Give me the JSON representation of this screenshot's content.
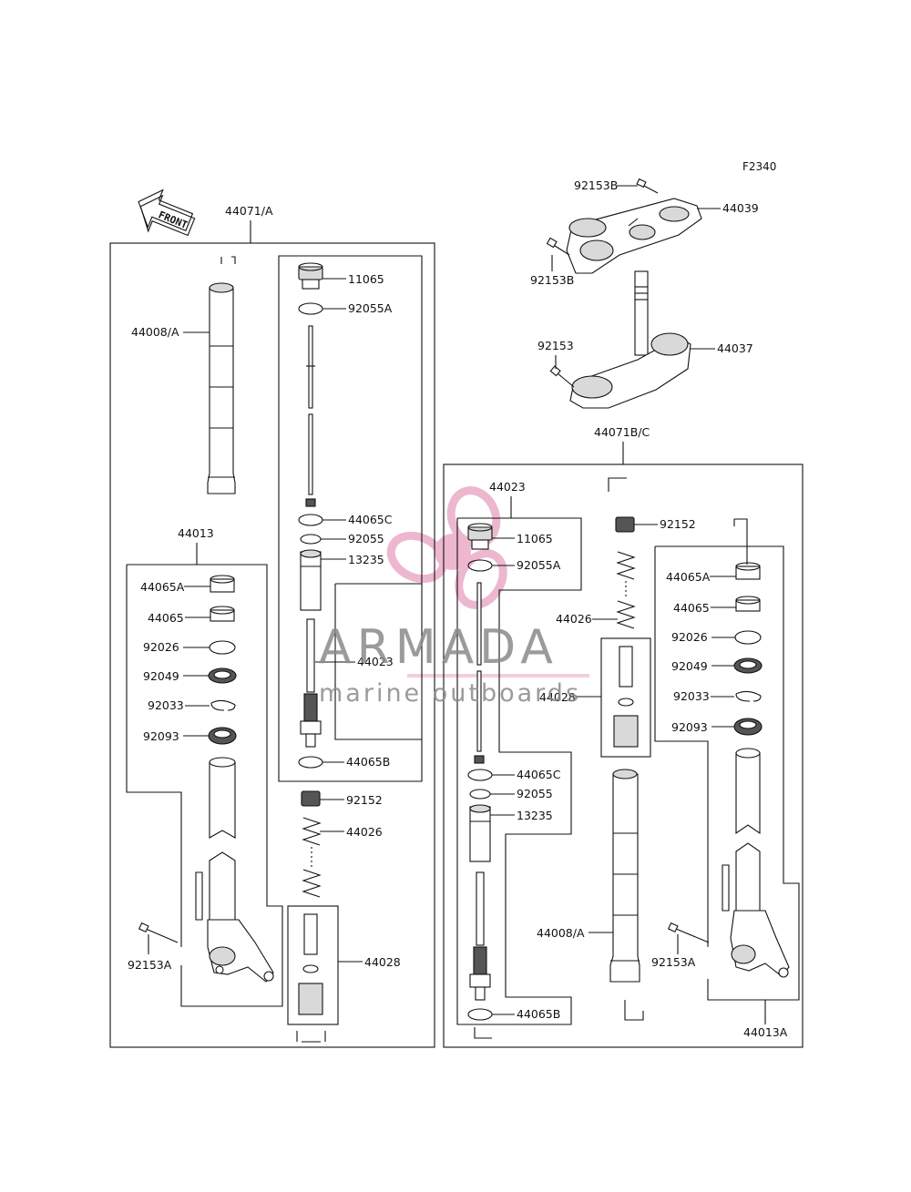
{
  "figure_code": "F2340",
  "front_label": "FRONT",
  "watermark": {
    "brand": "ARMADA",
    "tagline": "marine outboards",
    "color": "#e8a0bf"
  },
  "parts": {
    "left_assembly": "44071/A",
    "right_assembly": "44071B/C",
    "upper_bracket": "44039",
    "upper_bolt_top": "92153B",
    "upper_bolt_left": "92153B",
    "stem_bolt": "92153",
    "stem_bracket": "44037",
    "l_outer_tube": "44008/A",
    "l_cylinder_box": "44023",
    "l_cap": "11065",
    "l_cap_oring": "92055A",
    "l_ring_c": "44065C",
    "l_oring": "92055",
    "l_sleeve": "13235",
    "l_cylinder": "44023",
    "l_ring_b": "44065B",
    "l_nut": "92152",
    "l_spring": "44026",
    "l_collar": "44028",
    "l_inner_group": "44013",
    "l_bush_a": "44065A",
    "l_bush": "44065",
    "l_washer": "92026",
    "l_oil_seal": "92049",
    "l_clip": "92033",
    "l_dust_seal": "92093",
    "l_axle_bolt": "92153A",
    "r_cylinder_box": "44023",
    "r_cap": "11065",
    "r_cap_oring": "92055A",
    "r_ring_c": "44065C",
    "r_oring": "92055",
    "r_sleeve": "13235",
    "r_ring_b": "44065B",
    "r_nut": "92152",
    "r_spring": "44026",
    "r_collar": "44028",
    "r_outer_tube": "44008/A",
    "r_bush_a": "44065A",
    "r_bush": "44065",
    "r_washer": "92026",
    "r_oil_seal": "92049",
    "r_clip": "92033",
    "r_dust_seal": "92093",
    "r_axle_bolt": "92153A",
    "r_inner_group": "44013A"
  }
}
